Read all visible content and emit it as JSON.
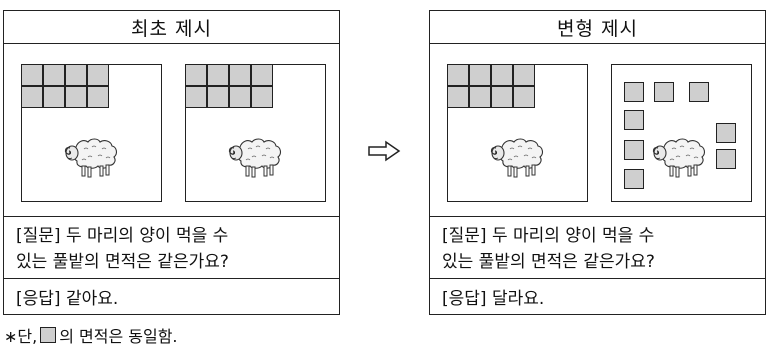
{
  "left_panel": {
    "title": "최초 제시",
    "question": [
      "[질문] 두 마리의 양이 먹을 수",
      "있는 풀밭의 면적은 같은가요?"
    ],
    "answer": "[응답] 같아요."
  },
  "right_panel": {
    "title": "변형 제시",
    "question": [
      "[질문] 두 마리의 양이 먹을 수",
      "있는 풀밭의 면적은 같은가요?"
    ],
    "answer": "[응답] 달라요."
  },
  "note": {
    "prefix": "∗단,",
    "suffix": "의 면적은 동일함."
  },
  "colors": {
    "tile_fill": "#cfcfcf",
    "outline": "#222222"
  },
  "icons": {
    "arrow": "hollow-right-arrow",
    "animal": "sheep"
  }
}
